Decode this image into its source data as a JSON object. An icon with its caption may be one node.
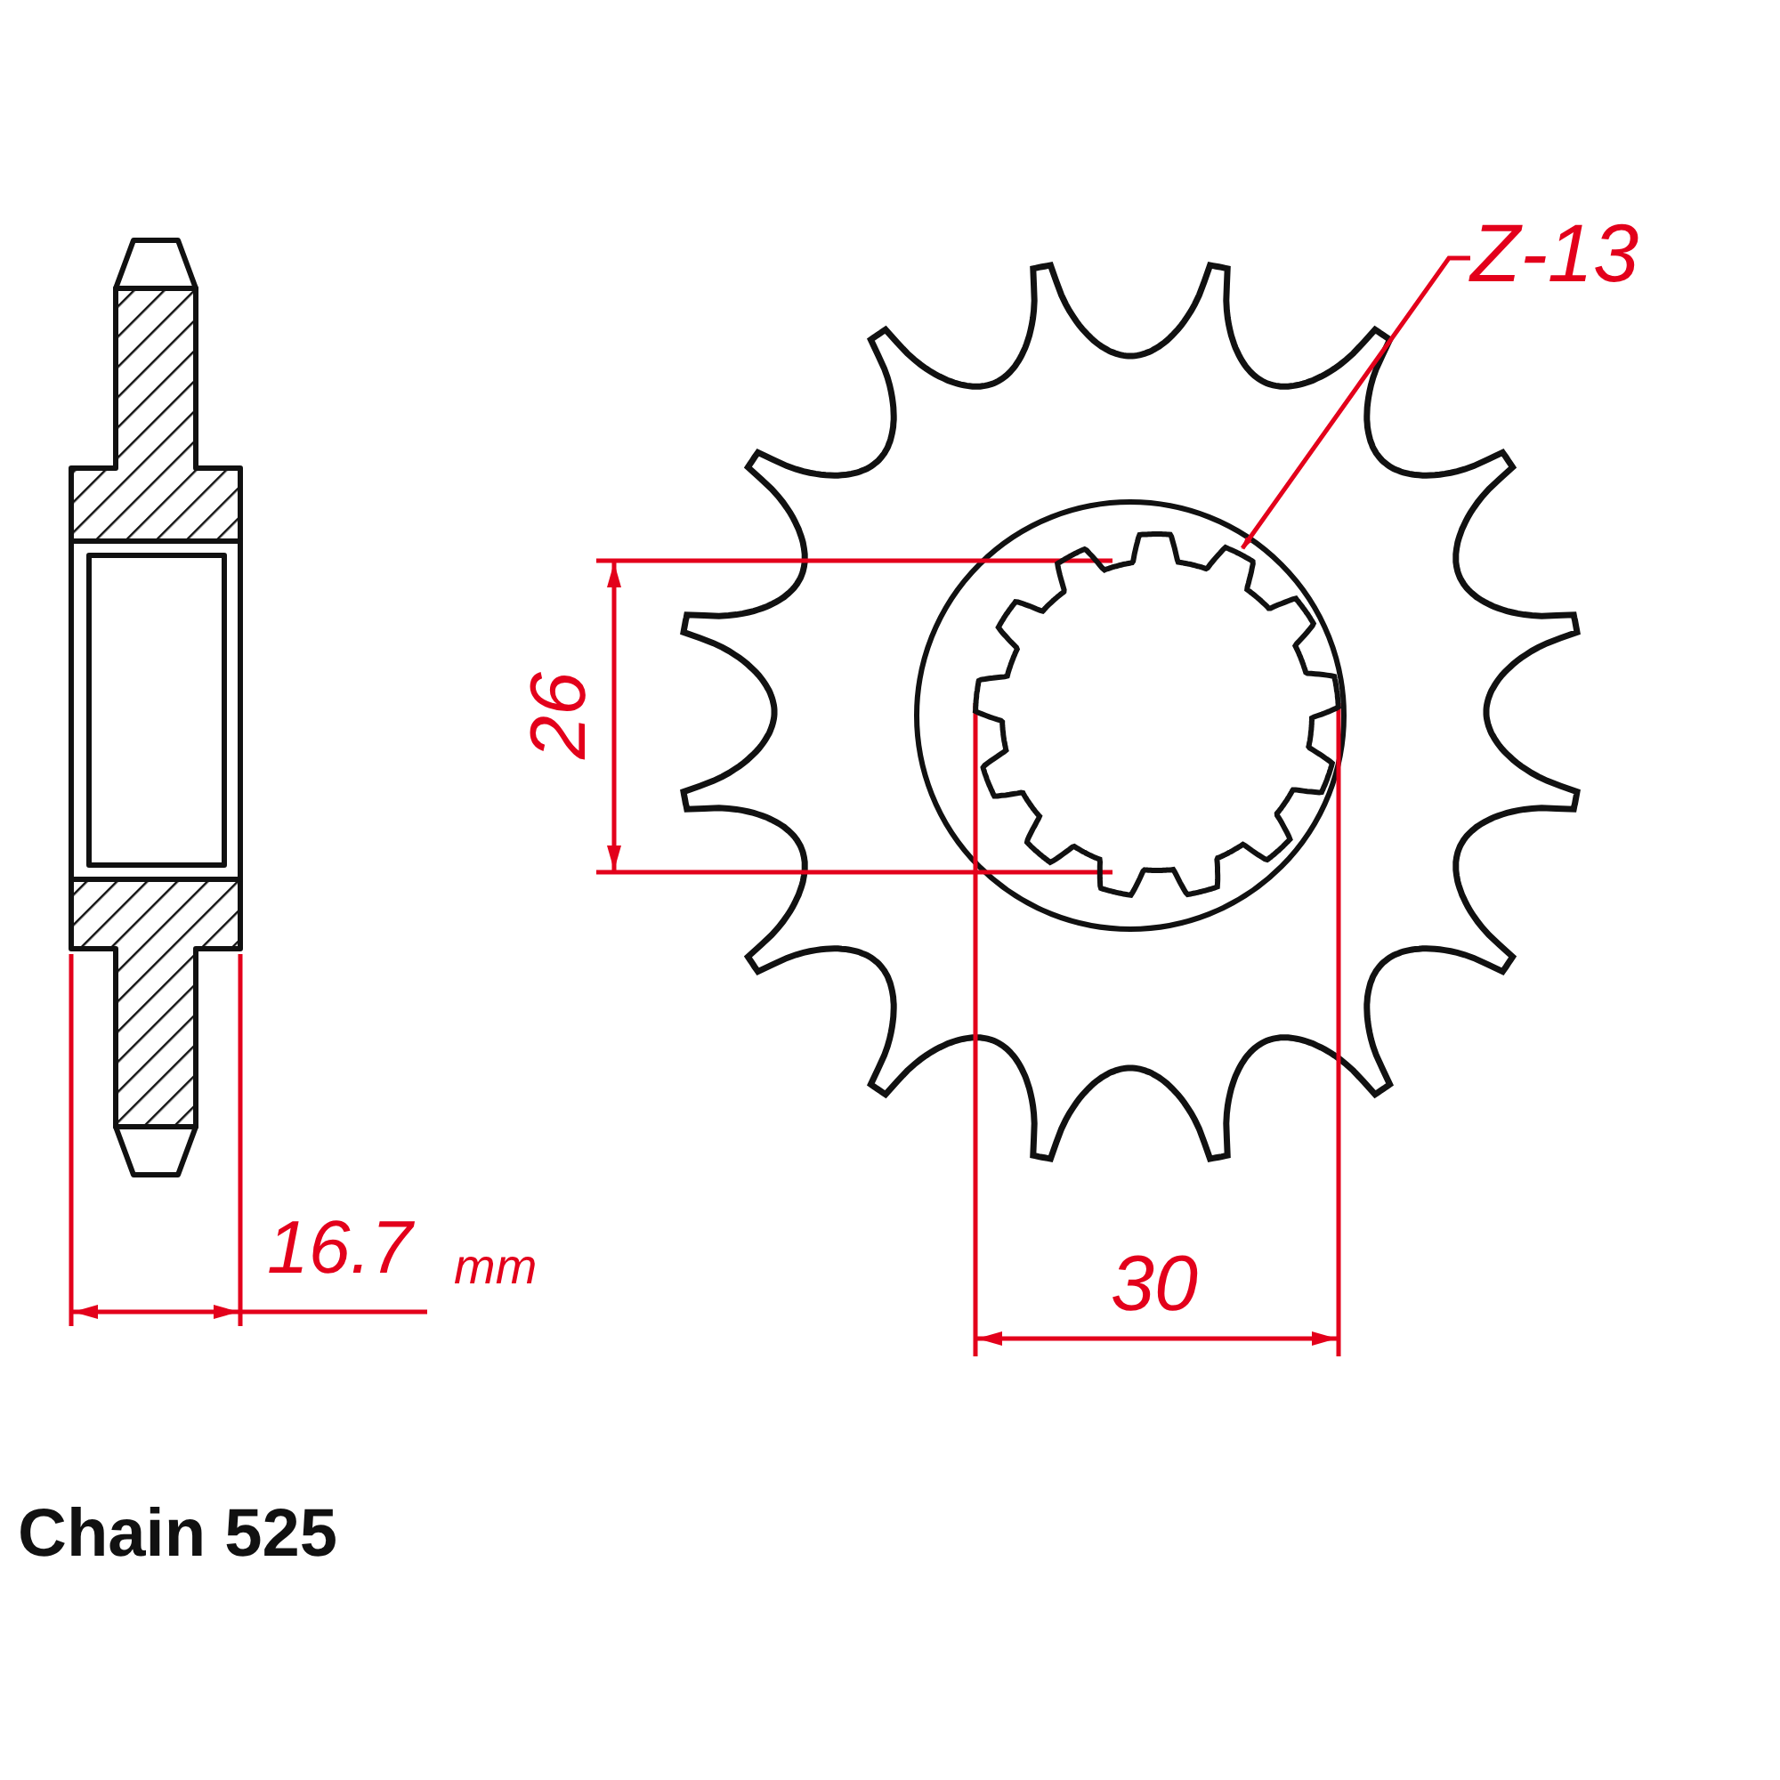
{
  "diagram": {
    "nodes": [
      {
        "text": [
          "Z-13"
        ]
      },
      {
        "text": [],
        "shape": "picture"
      }
    ],
    "edges": [
      {
        "from": 0,
        "to": 1,
        "arrow": "to"
      }
    ],
    "labels": [
      "26",
      "30",
      "16.7",
      "mm",
      "Chain 525"
    ]
  }
}
